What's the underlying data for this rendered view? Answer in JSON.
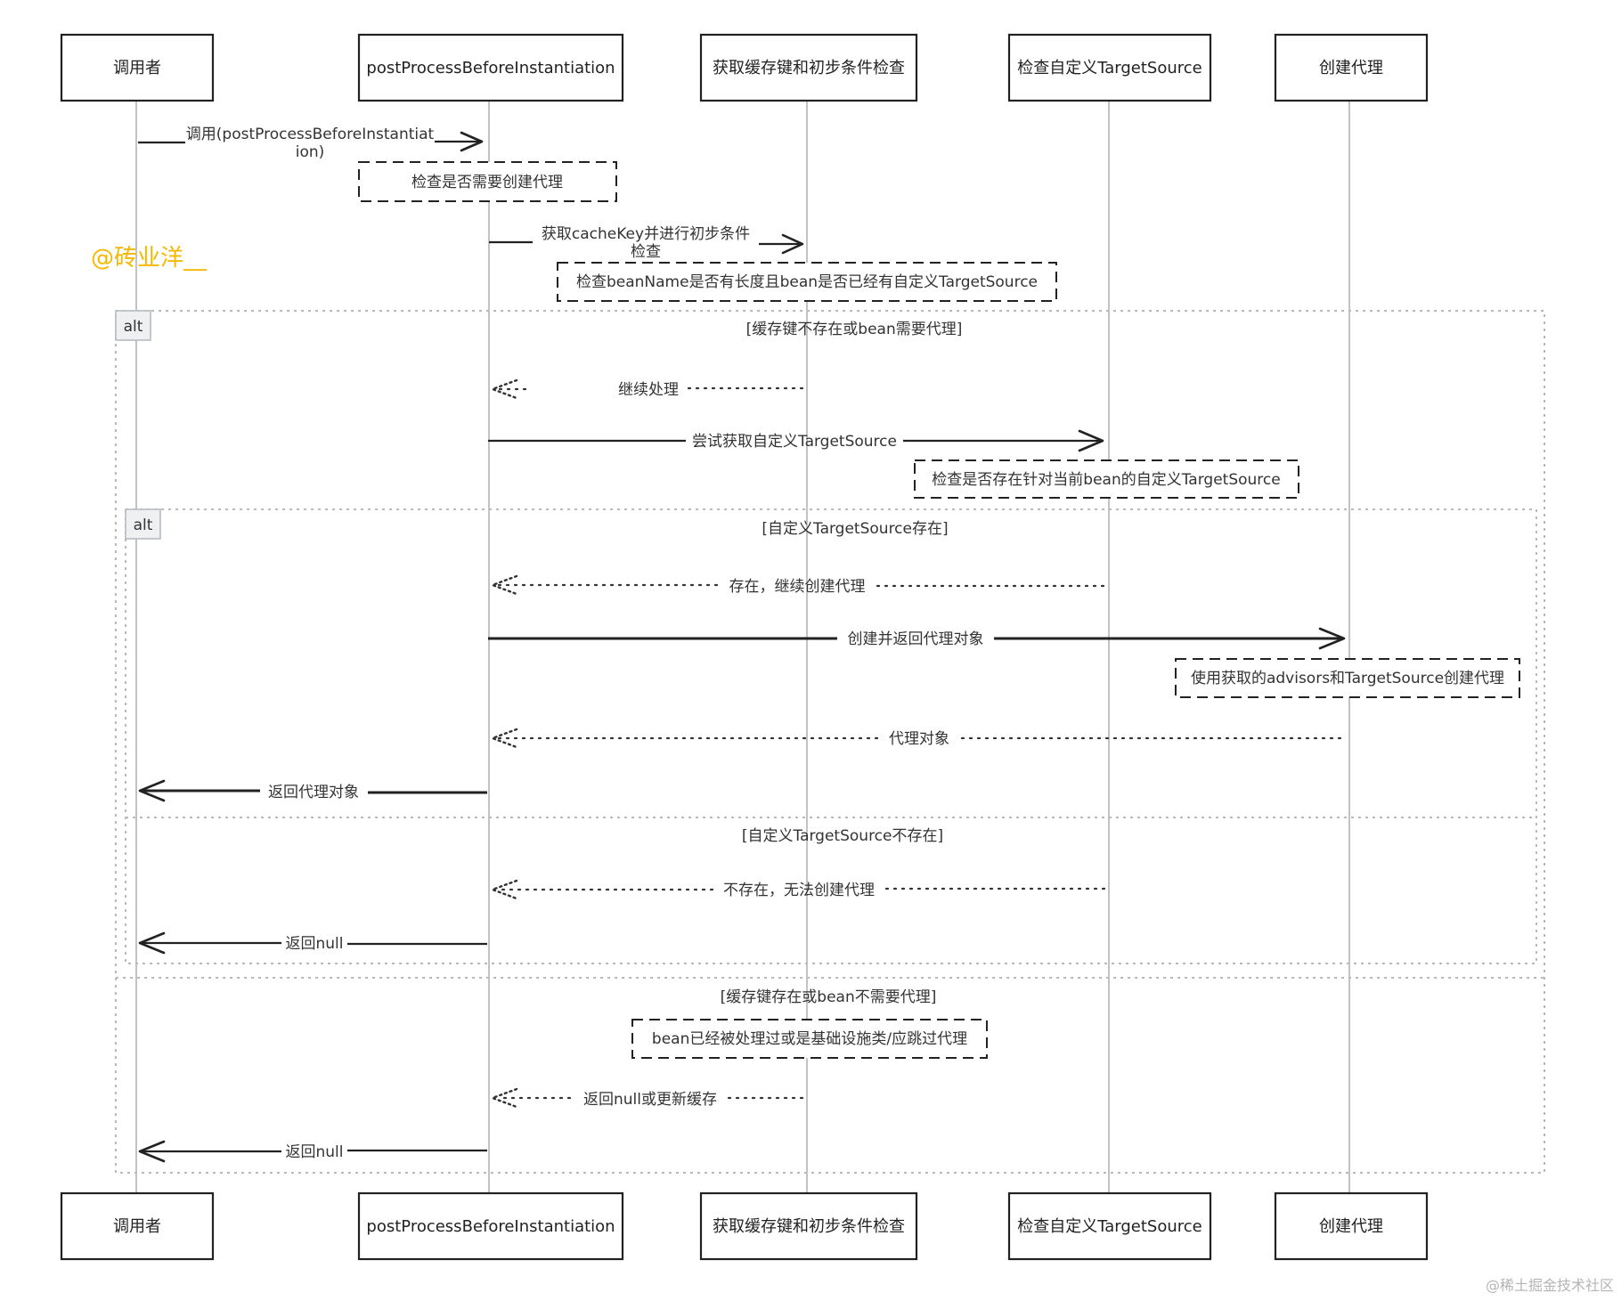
{
  "participants": [
    "调用者",
    "postProcessBeforeInstantiation",
    "获取缓存键和初步条件检查",
    "检查自定义TargetSource",
    "创建代理"
  ],
  "messages": {
    "m1_line1": "调用(postProcessBeforeInstantiat",
    "m1_line2": "ion)",
    "m2_line1": "获取cacheKey并进行初步条件",
    "m2_line2": "检查",
    "r1": "继续处理",
    "m3": "尝试获取自定义TargetSource",
    "r2": "存在，继续创建代理",
    "m4": "创建并返回代理对象",
    "r3": "代理对象",
    "m5": "返回代理对象",
    "r4": "不存在，无法创建代理",
    "m6": "返回null",
    "r5": "返回null或更新缓存",
    "m7": "返回null"
  },
  "notes": {
    "n1": "检查是否需要创建代理",
    "n2": "检查beanName是否有长度且bean是否已经有自定义TargetSource",
    "n3": "检查是否存在针对当前bean的自定义TargetSource",
    "n4": "使用获取的advisors和TargetSource创建代理",
    "n5": "bean已经被处理过或是基础设施类/应跳过代理"
  },
  "frames": {
    "outer_tag": "alt",
    "outer_cond1": "[缓存键不存在或bean需要代理]",
    "outer_cond2": "[缓存键存在或bean不需要代理]",
    "inner_tag": "alt",
    "inner_cond1": "[自定义TargetSource存在]",
    "inner_cond2": "[自定义TargetSource不存在]"
  },
  "watermarks": {
    "author": "@砖业洋__",
    "site": "@稀土掘金技术社区"
  },
  "colors": {
    "author_watermark": "#f5b800",
    "site_watermark": "#b5b5b5"
  }
}
